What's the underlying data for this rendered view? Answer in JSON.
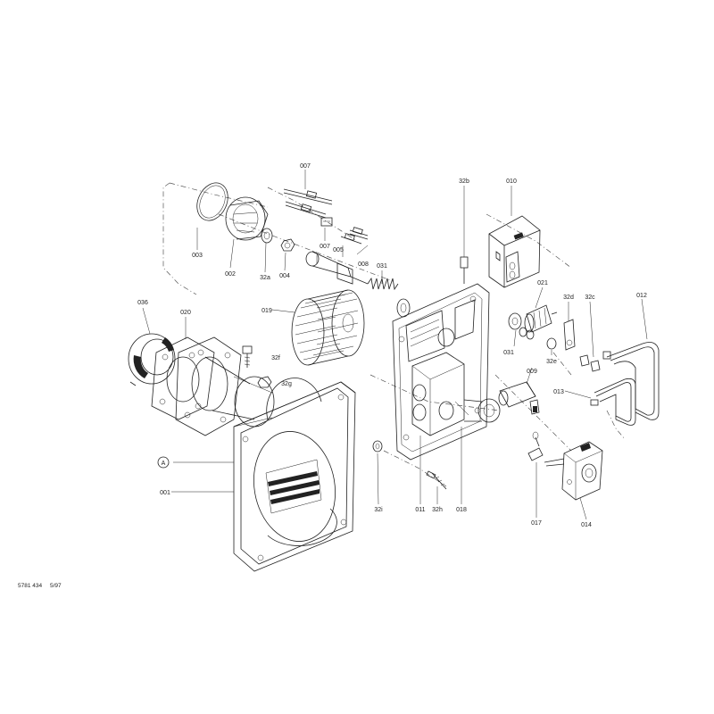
{
  "diagram": {
    "labels": {
      "p007": "007",
      "p003": "003",
      "p002": "002",
      "p32a": "32a",
      "p004": "004",
      "p007b": "007",
      "p005": "005",
      "p008": "008",
      "p031": "031",
      "p32b": "32b",
      "p010": "010",
      "p036": "036",
      "p020": "020",
      "p019": "019",
      "p32f": "32f",
      "p32g": "32g",
      "p021": "021",
      "p32d": "32d",
      "p32c": "32c",
      "p012": "012",
      "p031b": "031",
      "p32e": "32e",
      "p009": "009",
      "p013": "013",
      "pA": "A",
      "p001": "001",
      "p32i": "32i",
      "p011": "011",
      "p32h": "32h",
      "p018": "018",
      "p017": "017",
      "p014": "014"
    },
    "footer": {
      "doc_number": "5781 434",
      "date": "5/97"
    }
  }
}
